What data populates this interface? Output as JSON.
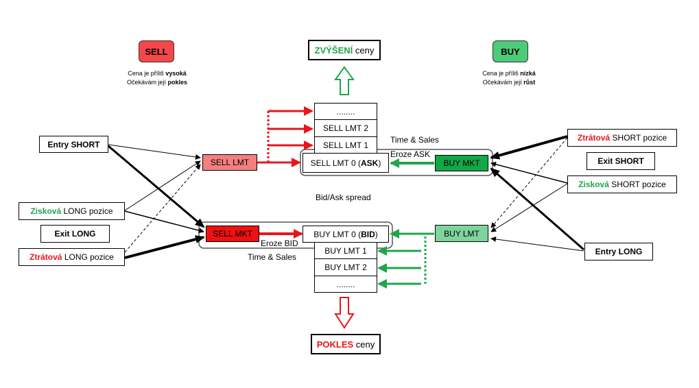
{
  "signals": {
    "sell": {
      "label": "SELL",
      "color": "#f4474a",
      "note_line1_pre": "Cena je příliš ",
      "note_line1_bold": "vysoká",
      "note_line2_pre": "Očekávám její ",
      "note_line2_bold": "pokles"
    },
    "buy": {
      "label": "BUY",
      "color": "#4ccb7a",
      "note_line1_pre": "Cena je příliš ",
      "note_line1_bold": "nízká",
      "note_line2_pre": "Očekávám její ",
      "note_line2_bold": "růst"
    }
  },
  "price_up": {
    "highlight": "ZVÝŠENÍ",
    "rest": " ceny"
  },
  "price_down": {
    "highlight": "POKLES",
    "rest": " ceny"
  },
  "ask_book": [
    "........",
    "SELL LMT 2",
    "SELL LMT 1"
  ],
  "ask_top": {
    "pre": "SELL LMT 0 (",
    "bold": "ASK",
    "post": ")"
  },
  "bid_top": {
    "pre": "BUY LMT 0 (",
    "bold": "BID",
    "post": ")"
  },
  "bid_book": [
    "BUY LMT 1",
    "BUY LMT 2",
    "........"
  ],
  "orders": {
    "sell_lmt": "SELL LMT",
    "sell_mkt": "SELL MKT",
    "buy_mkt": "BUY MKT",
    "buy_lmt": "BUY LMT"
  },
  "labels": {
    "time_sales_top": "Time & Sales",
    "eroze_ask": "Eroze ASK",
    "spread": "Bid/Ask spread",
    "eroze_bid": "Eroze BID",
    "time_sales_bottom": "Time & Sales"
  },
  "left": {
    "entry_short": "Entry SHORT",
    "ziskova_long": {
      "highlight": "Zisková",
      "rest": " LONG pozice"
    },
    "exit_long": "Exit LONG",
    "ztratova_long": {
      "highlight": "Ztrátová",
      "rest": " LONG pozice"
    }
  },
  "right": {
    "ztratova_short": {
      "highlight": "Ztrátová",
      "rest": " SHORT pozice"
    },
    "exit_short": "Exit SHORT",
    "ziskova_short": {
      "highlight": "Zisková",
      "rest": " SHORT pozice"
    },
    "entry_long": "Entry LONG"
  },
  "colors": {
    "green": "#1fa64a",
    "red": "#e8151b",
    "sell_lmt": "#f47f7f",
    "sell_mkt": "#ee1111",
    "buy_mkt": "#12a847",
    "buy_lmt": "#7fd49e"
  }
}
